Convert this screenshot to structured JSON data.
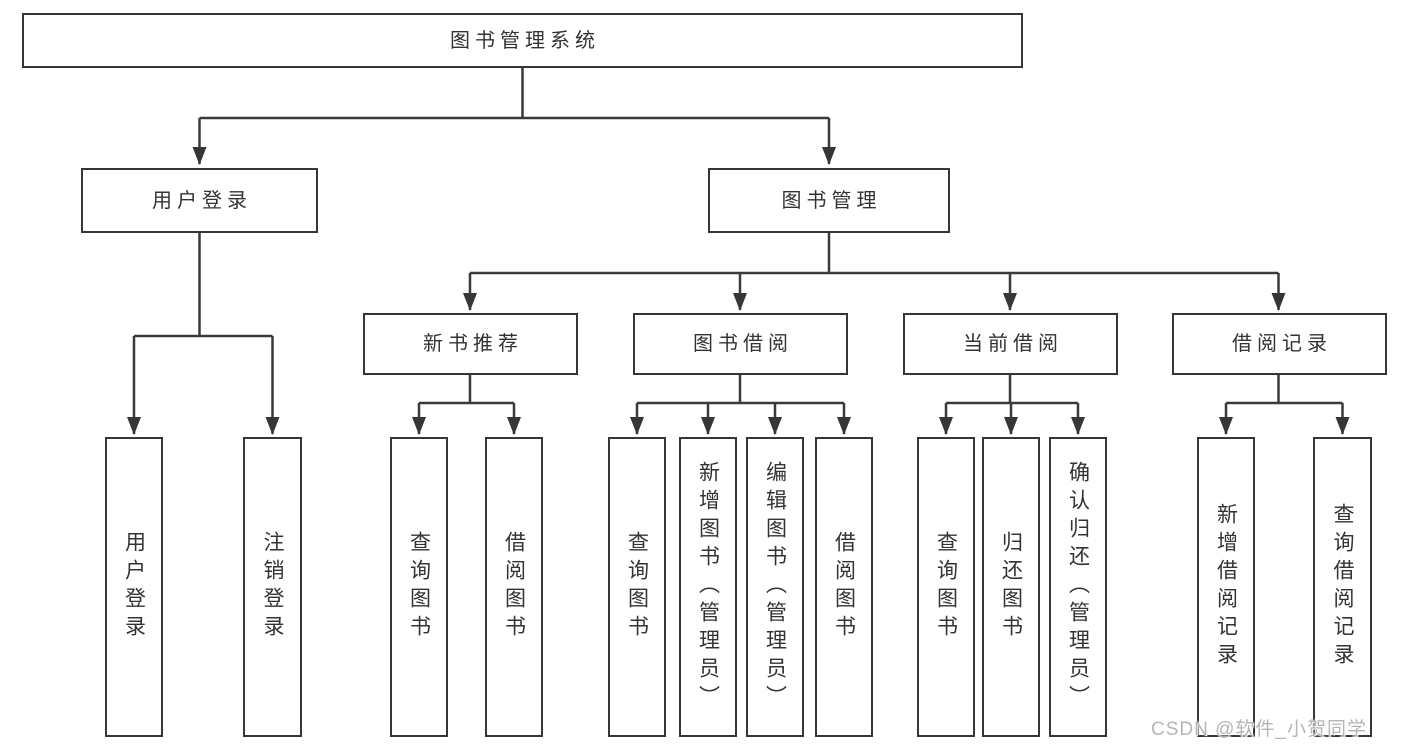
{
  "diagram": {
    "root": {
      "label": "图书管理系统"
    },
    "branches": [
      {
        "label": "用户登录",
        "children": [
          {
            "label": "用户登录"
          },
          {
            "label": "注销登录"
          }
        ]
      },
      {
        "label": "图书管理",
        "children": [
          {
            "label": "新书推荐",
            "children": [
              {
                "label": "查询图书"
              },
              {
                "label": "借阅图书"
              }
            ]
          },
          {
            "label": "图书借阅",
            "children": [
              {
                "label": "查询图书"
              },
              {
                "label": "新增图书（管理员）"
              },
              {
                "label": "编辑图书（管理员）"
              },
              {
                "label": "借阅图书"
              }
            ]
          },
          {
            "label": "当前借阅",
            "children": [
              {
                "label": "查询图书"
              },
              {
                "label": "归还图书"
              },
              {
                "label": "确认归还（管理员）"
              }
            ]
          },
          {
            "label": "借阅记录",
            "children": [
              {
                "label": "新增借阅记录"
              },
              {
                "label": "查询借阅记录"
              }
            ]
          }
        ]
      }
    ]
  },
  "watermark": {
    "text": "CSDN @软件_小贺同学"
  },
  "colors": {
    "line": "#3a3a3a",
    "border": "#363636",
    "text": "#333333",
    "background": "#ffffff",
    "watermark": "#b5b5b5"
  }
}
